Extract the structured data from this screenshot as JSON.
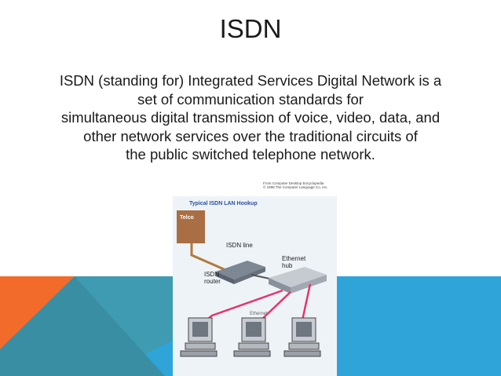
{
  "slide": {
    "title": "ISDN",
    "body_lines": [
      "ISDN (standing for) Integrated Services Digital Network is a",
      "set of communication standards for",
      "simultaneous digital transmission of voice, video, data, and",
      "other network services over the traditional circuits of",
      "the public switched telephone network."
    ]
  },
  "figure": {
    "credit_lines": [
      "From Computer Desktop Encyclopedia",
      "© 1998 The Computer Language Co. Inc."
    ],
    "title": "Typical ISDN LAN Hookup",
    "telco_label": "Telco",
    "isdn_line_label": "ISDN line",
    "hub_label_1": "Ethernet",
    "hub_label_2": "hub",
    "router_label_1": "ISDN",
    "router_label_2": "router",
    "ethernet_label": "Ethernet"
  },
  "colors": {
    "teal": "#3d9ab0",
    "blue": "#2d9ad3",
    "orange": "#f26b2a",
    "telco": "#a96e43",
    "ethernet_line": "#e8336b",
    "figure_title": "#2a4fa6"
  }
}
